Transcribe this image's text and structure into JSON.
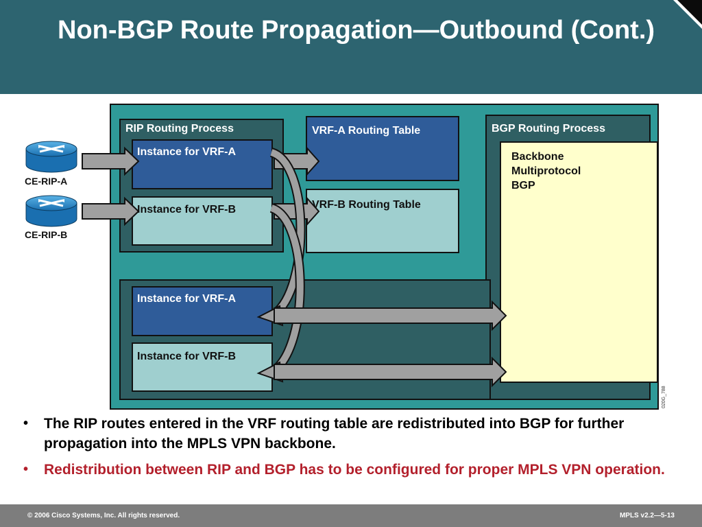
{
  "slide": {
    "title": "Non-BGP Route Propagation—Outbound (Cont.)"
  },
  "diagram": {
    "routers": [
      {
        "label": "CE-RIP-A"
      },
      {
        "label": "CE-RIP-B"
      }
    ],
    "rip_process": {
      "label": "RIP Routing Process",
      "instance_a": "Instance for VRF-A",
      "instance_b": "Instance for VRF-B"
    },
    "vrf_a_table": "VRF-A Routing Table",
    "vrf_b_table": "VRF-B Routing Table",
    "bgp_process": {
      "label": "BGP Routing Process",
      "backbone_line1": "Backbone",
      "backbone_line2": "Multiprotocol",
      "backbone_line3": "BGP"
    },
    "lower_instances": {
      "instance_a": "Instance for VRF-A",
      "instance_b": "Instance for VRF-B"
    },
    "figure_id": "020G_788"
  },
  "bullets": [
    {
      "text": "The RIP routes entered in the VRF routing table are redistributed into BGP for further propagation into the MPLS VPN backbone."
    },
    {
      "text": "Redistribution between RIP and BGP has to be configured for proper MPLS VPN operation."
    }
  ],
  "footer": {
    "copyright": "© 2006 Cisco Systems, Inc. All rights reserved.",
    "slide_number": "MPLS v2.2—5-13"
  },
  "colors": {
    "header": "#2d6470",
    "outer_panel": "#2f9a98",
    "process_box": "#2f5f63",
    "dark_instance": "#2f5c99",
    "light_instance": "#9fcfcf",
    "bgp_box": "#ffffcc",
    "arrow_fill": "#a0a0a0",
    "alert_text": "#b3202c"
  }
}
